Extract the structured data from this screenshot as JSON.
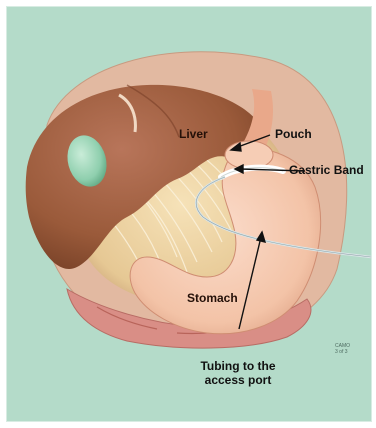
{
  "labels": {
    "liver": "Liver",
    "pouch": "Pouch",
    "gastric_band": "Gastric Band",
    "stomach": "Stomach",
    "tubing_line1": "Tubing to the",
    "tubing_line2": "access port"
  },
  "credit": {
    "line1": "CAMO",
    "line2": "3 of 3"
  },
  "colors": {
    "background": "#b4dbc9",
    "liver": "#9a5a3a",
    "stomach": "#f3c3a7",
    "gallbladder": "#8fcfae",
    "omentum": "#eeddb0",
    "band": "#ffffff"
  }
}
